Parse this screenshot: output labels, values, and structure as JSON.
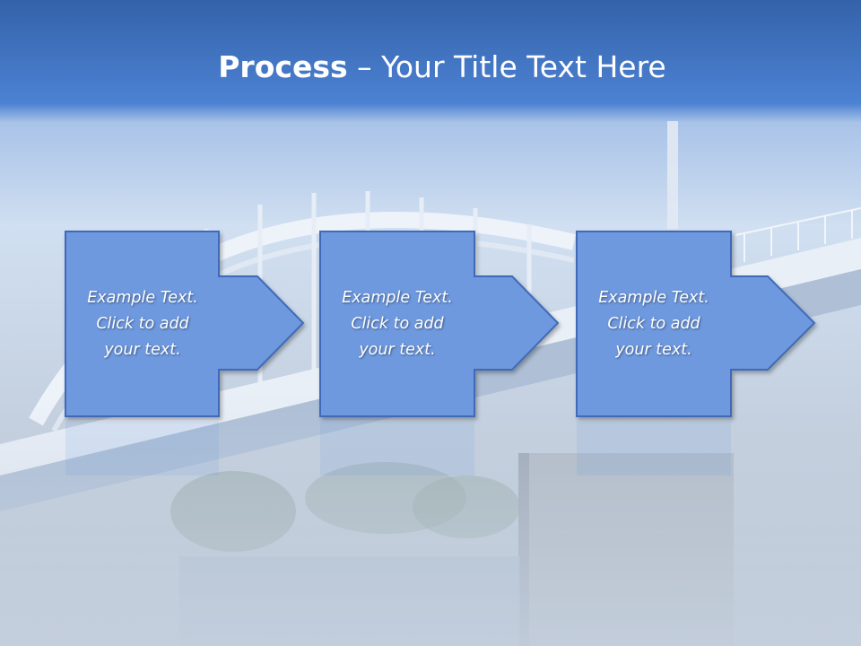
{
  "slide": {
    "title_bold": "Process",
    "title_rest": " – Your Title Text Here"
  },
  "steps": [
    {
      "line1": "Example Text.",
      "line2": "Click  to add",
      "line3": "your text."
    },
    {
      "line1": "Example Text.",
      "line2": "Click  to add",
      "line3": "your text."
    },
    {
      "line1": "Example Text.",
      "line2": "Click  to add",
      "line3": "your text."
    }
  ],
  "colors": {
    "header_top": "#3a67b3",
    "header_mid": "#4f86d6",
    "shape_fill": "#6e99df",
    "shape_border": "#3f6bb8",
    "title_text": "#ffffff"
  }
}
